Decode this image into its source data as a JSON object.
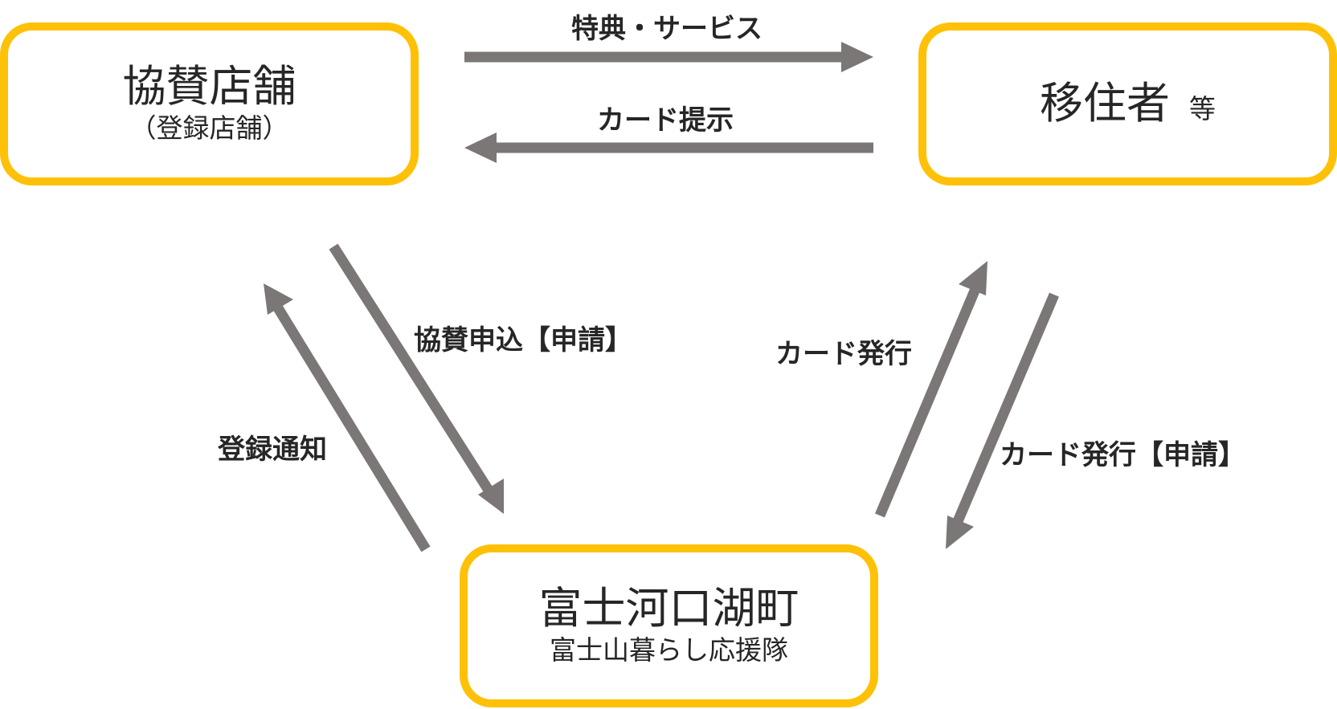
{
  "nodes": {
    "sponsor": {
      "title": "協賛店舗",
      "sub": "（登録店舗）"
    },
    "resident": {
      "title": "移住者",
      "suffix": "等"
    },
    "town": {
      "title": "富士河口湖町",
      "sub": "富士山暮らし応援隊"
    }
  },
  "edges": {
    "benefit": "特典・サービス",
    "card_present": "カード提示",
    "sponsor_apply": "協賛申込【申請】",
    "registration_notice": "登録通知",
    "card_issue": "カード発行",
    "card_issue_request": "カード発行【申請】"
  },
  "colors": {
    "box_border": "#FFC107",
    "arrow": "#7A7776",
    "text": "#262626"
  }
}
